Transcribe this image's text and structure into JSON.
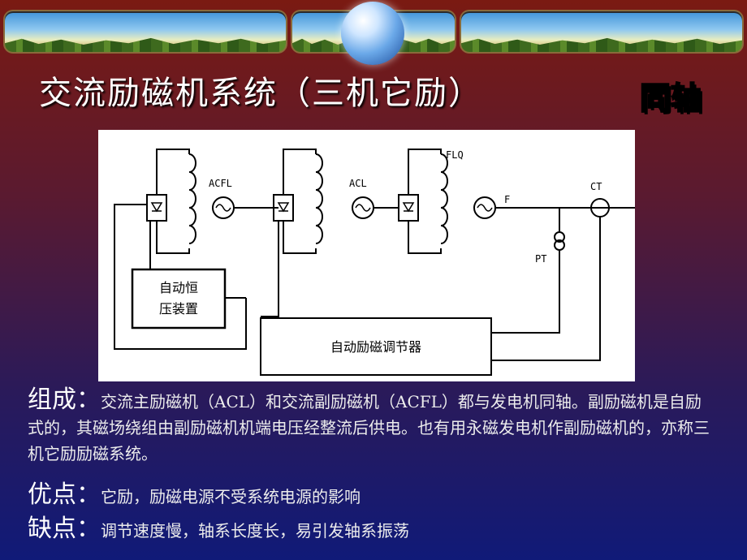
{
  "title": "交流励磁机系统（三机它励）",
  "tag": "同轴",
  "diagram": {
    "labels": {
      "acfl": "ACFL",
      "acl": "ACL",
      "flq": "FLQ",
      "f": "F",
      "ct": "CT",
      "pt": "PT",
      "avr_box_line1": "自动恒",
      "avr_box_line2": "压装置",
      "regulator": "自动励磁调节器"
    }
  },
  "composition": {
    "label": "组成：",
    "text": "交流主励磁机（ACL）和交流副励磁机（ACFL）都与发电机同轴。副励磁机是自励式的，其磁场绕组由副励磁机机端电压经整流后供电。也有用永磁发电机作副励磁机的，亦称三机它励励磁系统。"
  },
  "advantages": {
    "label": "优点：",
    "text": "它励，励磁电源不受系统电源的影响"
  },
  "disadvantages": {
    "label": "缺点：",
    "text": "调节速度慢，轴系长度长，易引发轴系振荡"
  }
}
